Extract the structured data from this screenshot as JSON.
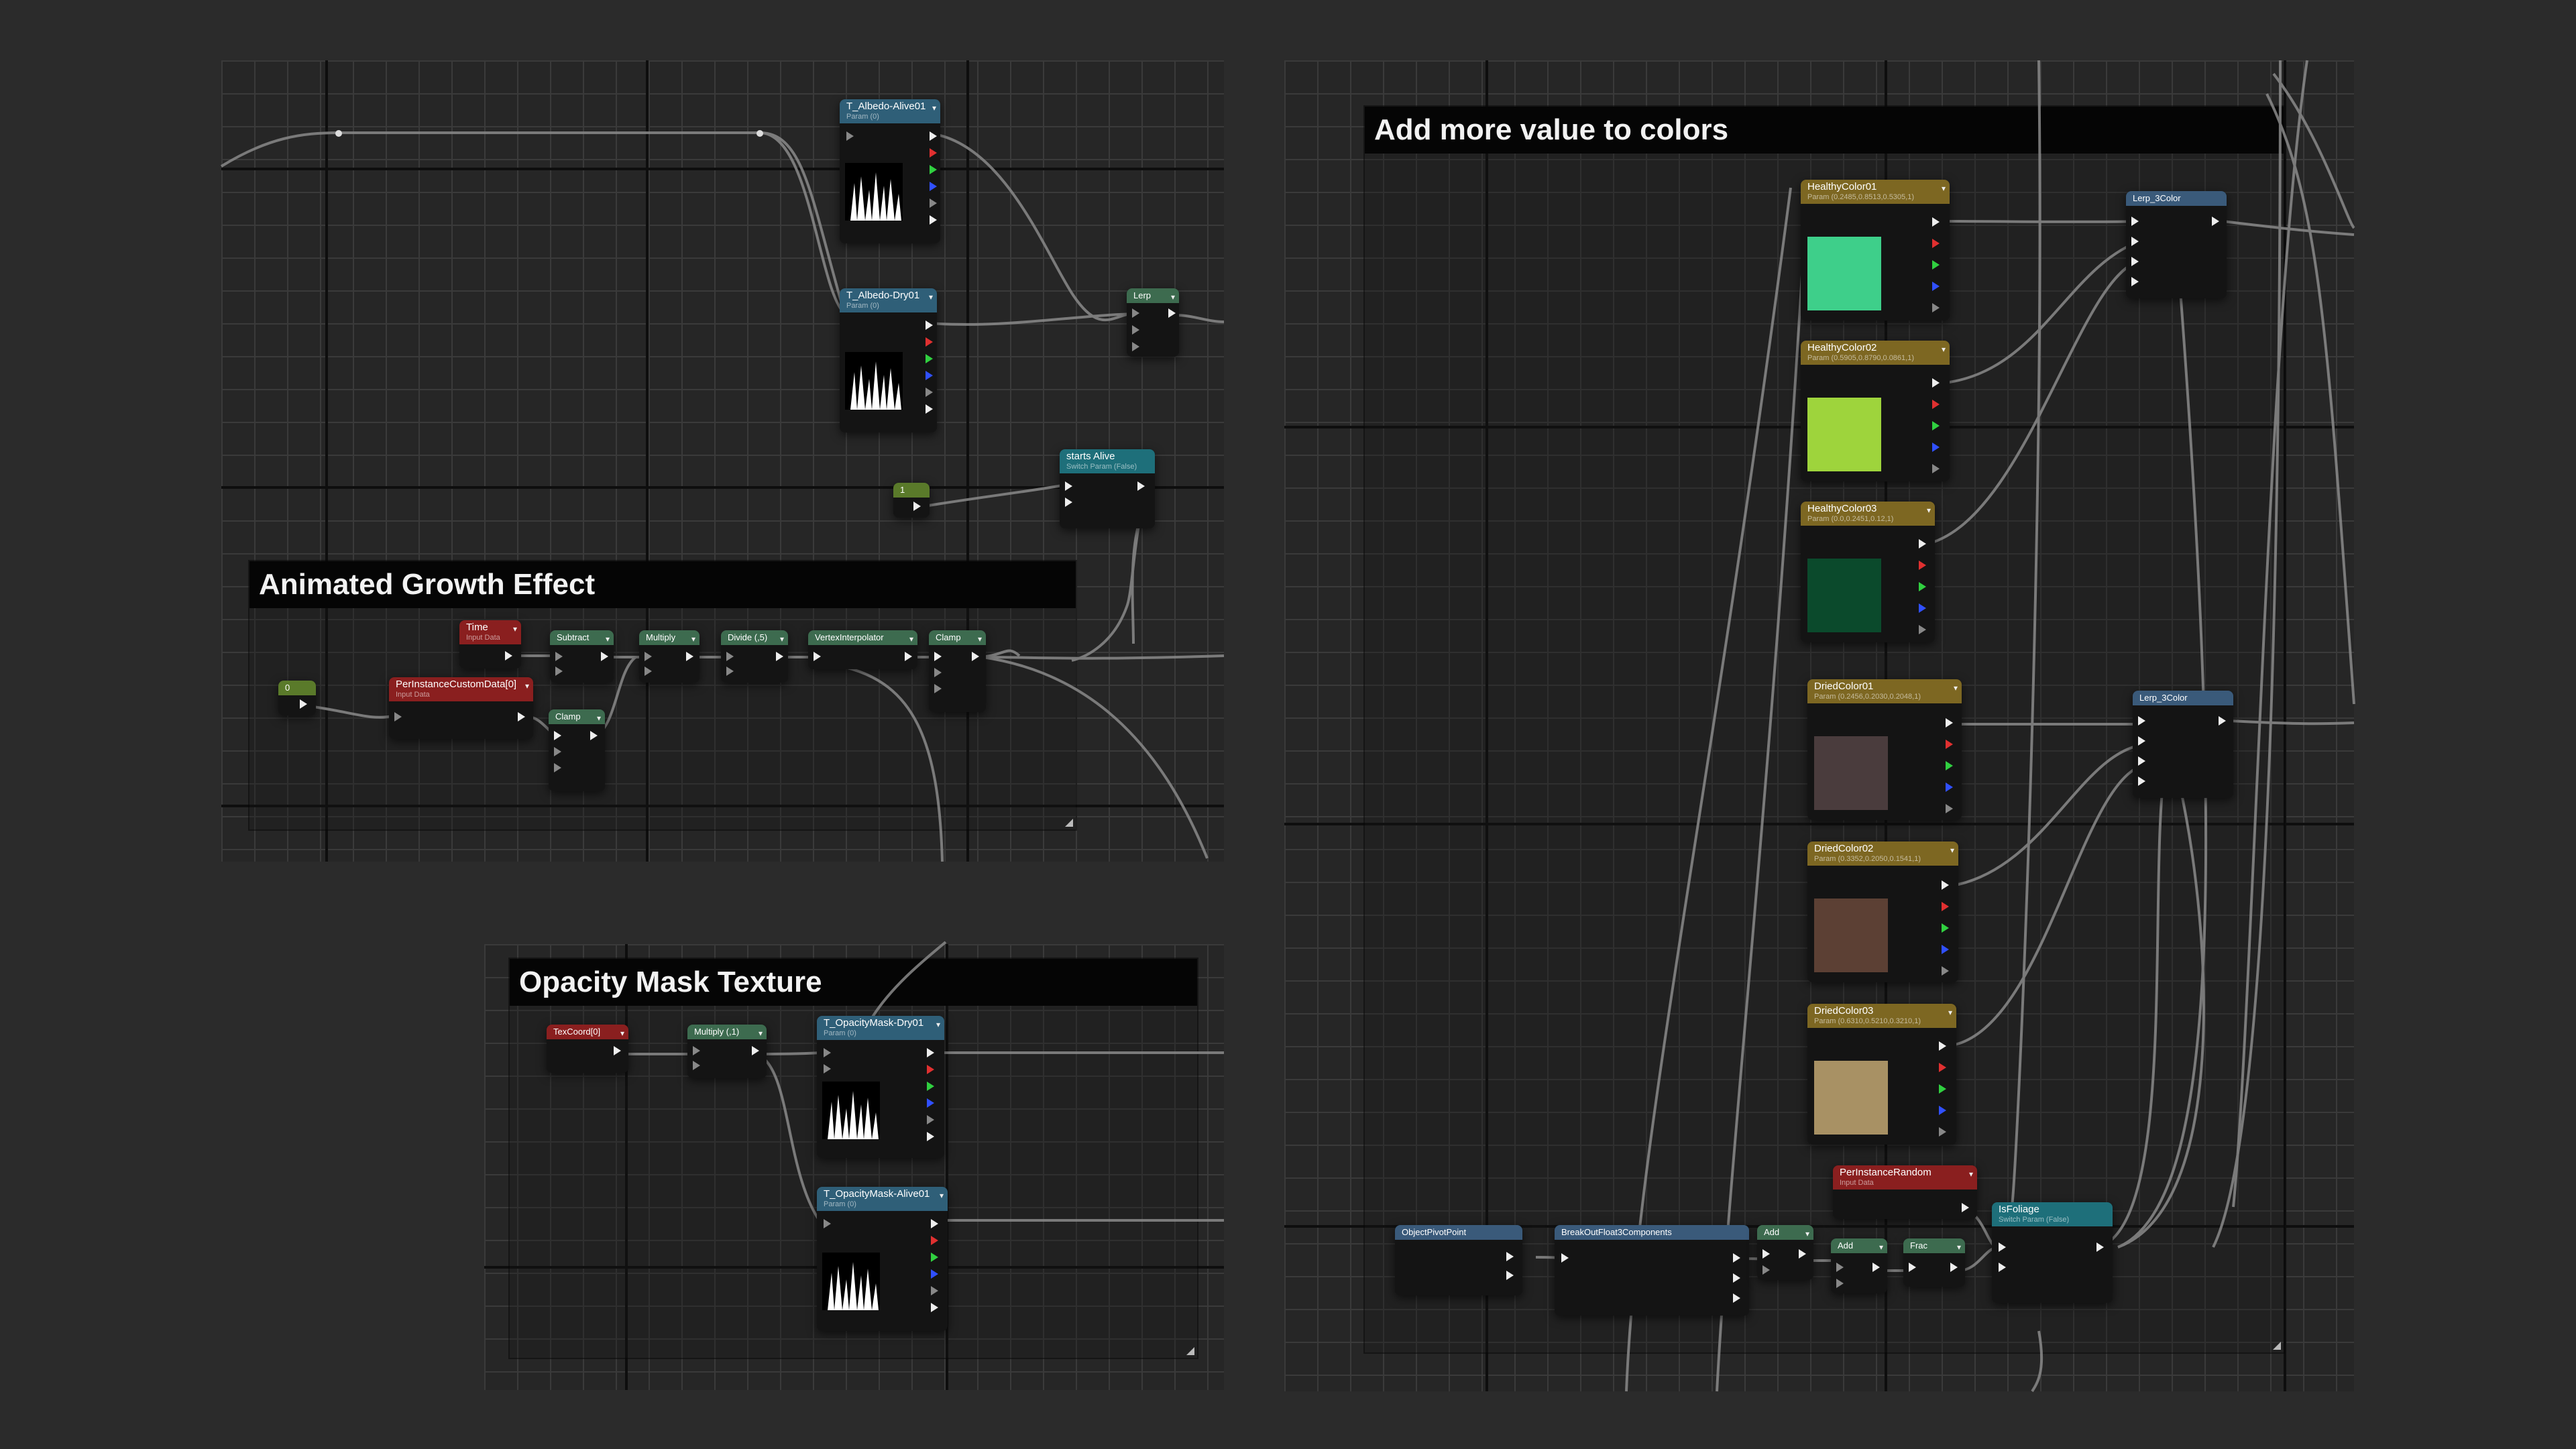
{
  "comments": {
    "growth": "Animated Growth Effect",
    "opacity": "Opacity Mask Texture",
    "colors": "Add more value to colors"
  },
  "node_colors": {
    "texture": "#2f5f78",
    "parameter": "#7d6722",
    "input": "#8a1f1f",
    "math": "#3d6b4f",
    "switch": "#1e6f7a",
    "function": "#3a5a7a",
    "constant": "#5a7a2a"
  },
  "nodes": {
    "tex_albedo_alive": {
      "title": "T_Albedo-Alive01",
      "subtitle": "Param (0)"
    },
    "tex_albedo_dry": {
      "title": "T_Albedo-Dry01",
      "subtitle": "Param (0)"
    },
    "lerp_top": {
      "title": "Lerp"
    },
    "starts_alive": {
      "title": "starts Alive",
      "subtitle": "Switch Param (False)"
    },
    "const_one": {
      "title": "1"
    },
    "const_zero": {
      "title": "0"
    },
    "time": {
      "title": "Time",
      "subtitle": "Input Data"
    },
    "subtract": {
      "title": "Subtract"
    },
    "multiply": {
      "title": "Multiply"
    },
    "divide": {
      "title": "Divide (,5)"
    },
    "vertex_interp": {
      "title": "VertexInterpolator"
    },
    "clamp_right": {
      "title": "Clamp"
    },
    "per_instance_custom": {
      "title": "PerInstanceCustomData[0]",
      "subtitle": "Input Data"
    },
    "clamp_left": {
      "title": "Clamp"
    },
    "texcoord": {
      "title": "TexCoord[0]"
    },
    "multiply_tiling": {
      "title": "Multiply (,1)"
    },
    "tex_opacity_dry": {
      "title": "T_OpacityMask-Dry01",
      "subtitle": "Param (0)"
    },
    "tex_opacity_alive": {
      "title": "T_OpacityMask-Alive01",
      "subtitle": "Param (0)"
    },
    "healthy1": {
      "title": "HealthyColor01",
      "subtitle": "Param (0.2485,0.8513,0.5305,1)",
      "color": "#3ecf8a"
    },
    "healthy2": {
      "title": "HealthyColor02",
      "subtitle": "Param (0.5905,0.8790,0.0861,1)",
      "color": "#9ed43c"
    },
    "healthy3": {
      "title": "HealthyColor03",
      "subtitle": "Param (0.0,0.2451,0.12,1)",
      "color": "#0b4a2c"
    },
    "dried1": {
      "title": "DriedColor01",
      "subtitle": "Param (0.2456,0.2030,0.2048,1)",
      "color": "#4a3c3d"
    },
    "dried2": {
      "title": "DriedColor02",
      "subtitle": "Param (0.3352,0.2050,0.1541,1)",
      "color": "#5c4034"
    },
    "dried3": {
      "title": "DriedColor03",
      "subtitle": "Param (0.6310,0.5210,0.3210,1)",
      "color": "#a89164"
    },
    "lerp3_top": {
      "title": "Lerp_3Color"
    },
    "lerp3_bottom": {
      "title": "Lerp_3Color"
    },
    "per_instance_random": {
      "title": "PerInstanceRandom",
      "subtitle": "Input Data"
    },
    "object_pivot": {
      "title": "ObjectPivotPoint"
    },
    "break_out": {
      "title": "BreakOutFloat3Components"
    },
    "add_big": {
      "title": "Add"
    },
    "add_small": {
      "title": "Add"
    },
    "frac": {
      "title": "Frac"
    },
    "is_foliage": {
      "title": "IsFoliage",
      "subtitle": "Switch Param (False)"
    }
  },
  "icons": [
    "collapse-chevron-icon",
    "input-pin-icon",
    "output-pin-icon",
    "resize-corner-icon"
  ]
}
